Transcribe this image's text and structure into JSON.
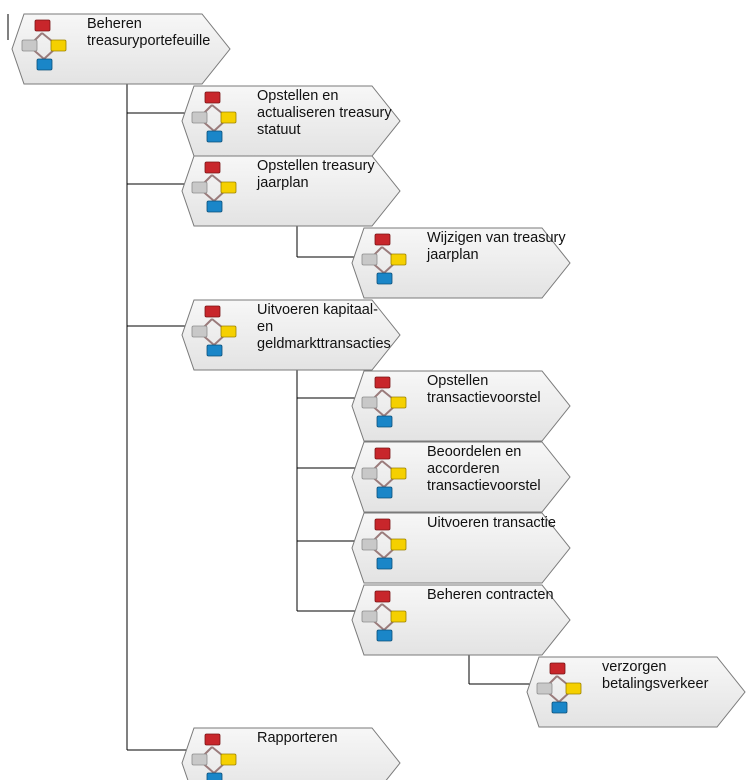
{
  "colors": {
    "node_fill": "#ececec",
    "node_stroke": "#7a7a7a",
    "connector": "#000000",
    "icon_red": "#c8262b",
    "icon_yellow": "#f5d000",
    "icon_gray": "#c8c8c8",
    "icon_blue": "#1a86c8"
  },
  "icon_name": "process-hierarchy-icon",
  "nodes": [
    {
      "id": "beheren-treasuryportefeuille",
      "lines": [
        "Beheren",
        "treasuryportefeuille"
      ]
    },
    {
      "id": "opstellen-actualiseren-statuut",
      "lines": [
        "Opstellen en",
        "actualiseren treasury",
        "statuut"
      ]
    },
    {
      "id": "opstellen-jaarplan",
      "lines": [
        "Opstellen treasury",
        "jaarplan"
      ]
    },
    {
      "id": "wijzigen-jaarplan",
      "lines": [
        "Wijzigen van treasury",
        "jaarplan"
      ]
    },
    {
      "id": "uitvoeren-transacties",
      "lines": [
        "Uitvoeren kapitaal-",
        "en",
        "geldmarkttransacties"
      ]
    },
    {
      "id": "opstellen-transactievoorstel",
      "lines": [
        "Opstellen",
        "transactievoorstel"
      ]
    },
    {
      "id": "beoordelen-transactievoorstel",
      "lines": [
        "Beoordelen en",
        "accorderen",
        "transactievoorstel"
      ]
    },
    {
      "id": "uitvoeren-transactie",
      "lines": [
        "Uitvoeren transactie"
      ]
    },
    {
      "id": "beheren-contracten",
      "lines": [
        "Beheren contracten"
      ]
    },
    {
      "id": "verzorgen-betalingsverkeer",
      "lines": [
        "verzorgen",
        "betalingsverkeer"
      ]
    },
    {
      "id": "rapporteren",
      "lines": [
        "Rapporteren"
      ]
    }
  ]
}
